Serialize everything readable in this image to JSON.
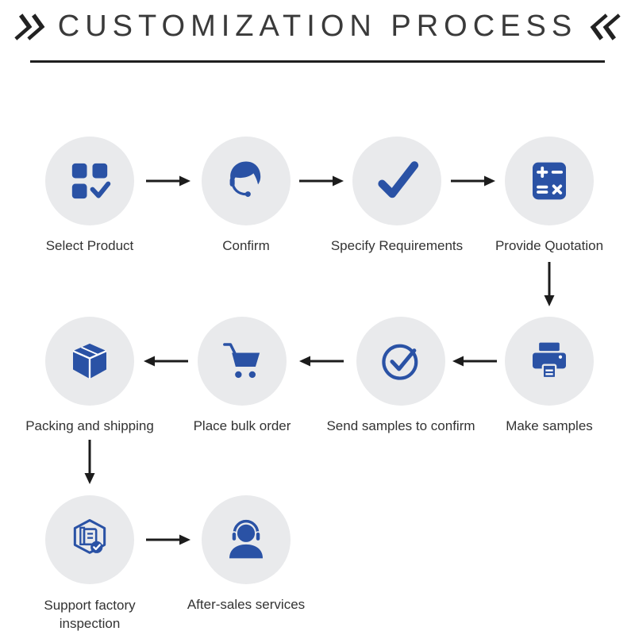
{
  "title": {
    "text": "CUSTOMIZATION PROCESS",
    "left_decoration_icon": "double-chevron-right-icon",
    "right_decoration_icon": "double-chevron-left-icon"
  },
  "colors": {
    "accent_blue": "#2a52a5",
    "circle_gray": "#e9eaec",
    "text_dark": "#333333",
    "arrow_black": "#1c1c1c",
    "title_color": "#3a3a3a"
  },
  "steps": [
    {
      "label": "Select Product",
      "icon": "product-grid-check-icon"
    },
    {
      "label": "Confirm",
      "icon": "customer-service-agent-icon"
    },
    {
      "label": "Specify Requirements",
      "icon": "checkmark-icon"
    },
    {
      "label": "Provide Quotation",
      "icon": "calculator-icon"
    },
    {
      "label": "Make samples",
      "icon": "printer-icon"
    },
    {
      "label": "Send samples to confirm",
      "icon": "circle-check-icon"
    },
    {
      "label": "Place bulk order",
      "icon": "shopping-cart-icon"
    },
    {
      "label": "Packing and shipping",
      "icon": "shipping-box-icon"
    },
    {
      "label": "Support factory inspection",
      "icon": "factory-inspection-badge-icon"
    },
    {
      "label": "After-sales services",
      "icon": "headset-support-icon"
    }
  ]
}
